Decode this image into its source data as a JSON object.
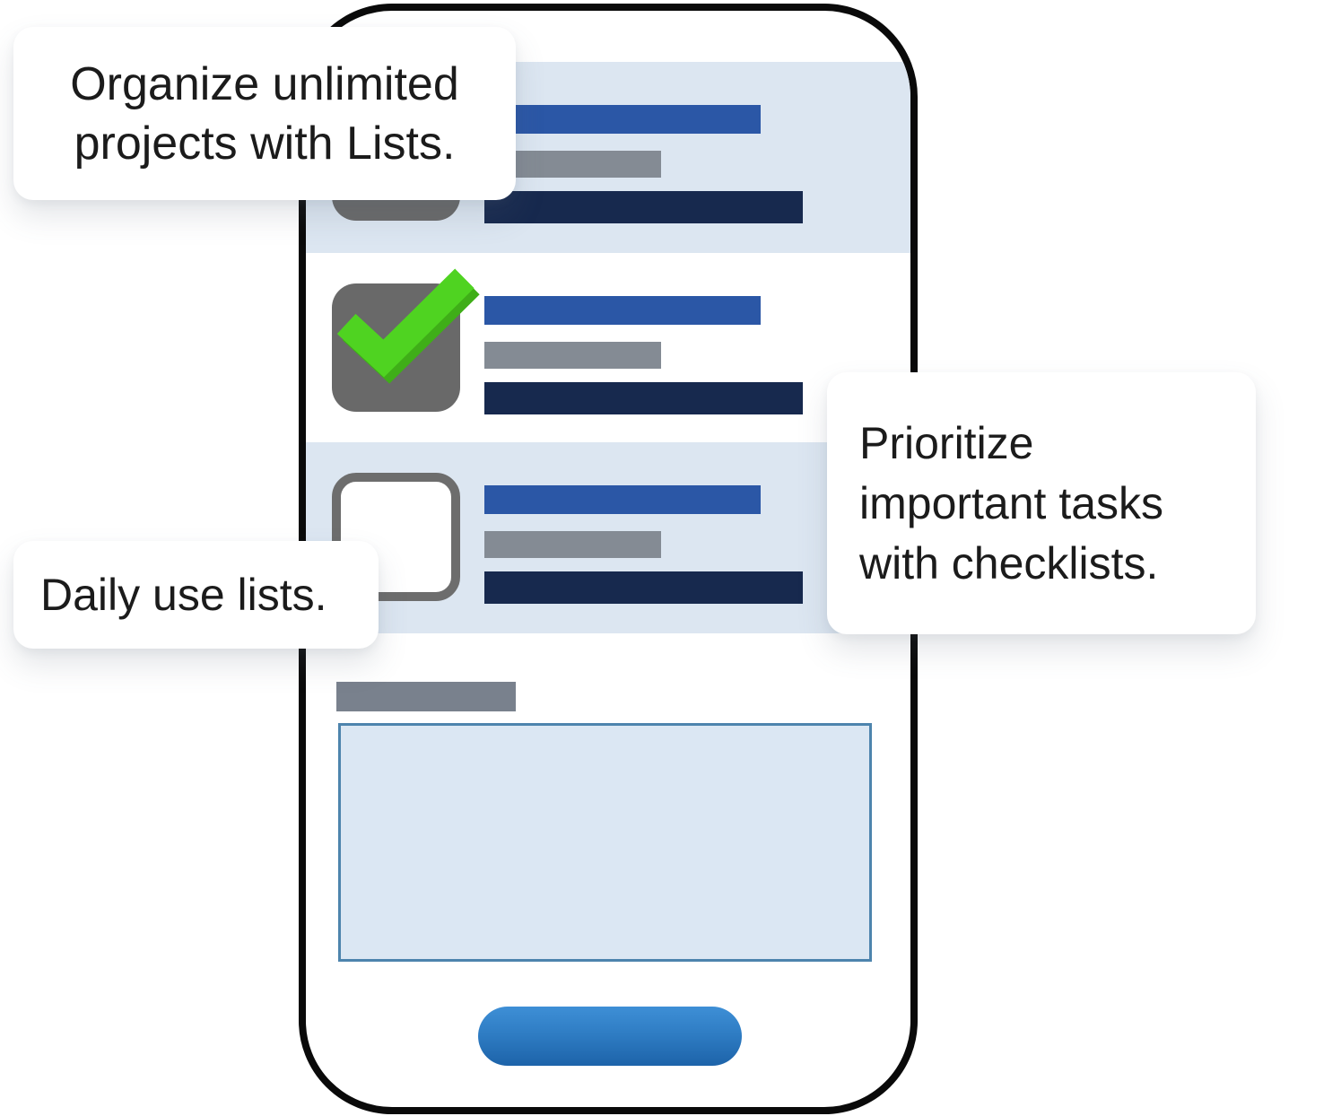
{
  "callouts": {
    "organize": {
      "text": "Organize unlimited projects with Lists."
    },
    "prioritize": {
      "text": "Prioritize important tasks with checklists."
    },
    "daily": {
      "text": "Daily use lists."
    }
  },
  "phone": {
    "rows": [
      {
        "background": "shaded",
        "checkbox": "filled-partially-hidden",
        "bars": [
          "blue",
          "gray",
          "navy"
        ]
      },
      {
        "background": "white",
        "checkbox": "checked",
        "check_icon": "green-checkmark-icon",
        "bars": [
          "blue",
          "gray",
          "navy"
        ]
      },
      {
        "background": "shaded",
        "checkbox": "unchecked",
        "bars": [
          "blue",
          "gray",
          "navy"
        ]
      }
    ],
    "section_label_bar": "gray-placeholder-bar",
    "notes_panel": "empty-light-blue-panel",
    "primary_button_label": ""
  },
  "colors": {
    "row_bg": "#dce6f1",
    "bar_blue": "#2b57a6",
    "bar_gray": "#848b94",
    "bar_navy": "#17294e",
    "checkbox_gray": "#696969",
    "checkbox_border": "#6d6d6d",
    "check_green": "#4fd321",
    "check_green_shade": "#3fae18",
    "panel_fill": "#dbe7f3",
    "panel_border": "#4d84ad",
    "button_top": "#3e8fd6",
    "button_mid": "#2f7dc4",
    "button_bottom": "#1d63a9",
    "phone_border": "#0a0a0a",
    "text_color": "#1b1b1b"
  }
}
